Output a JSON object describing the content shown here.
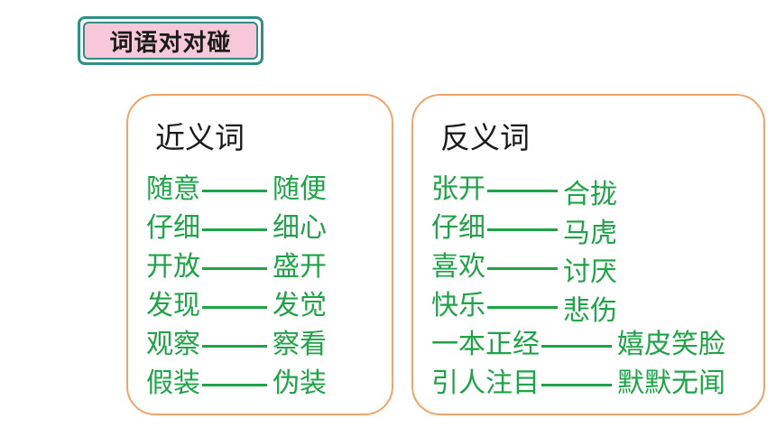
{
  "title": "词语对对碰",
  "synonyms": {
    "heading": "近义词",
    "pairs": [
      {
        "left": "随意",
        "right": "随便"
      },
      {
        "left": "仔细",
        "right": "细心"
      },
      {
        "left": "开放",
        "right": "盛开"
      },
      {
        "left": "发现",
        "right": "发觉"
      },
      {
        "left": "观察",
        "right": "察看"
      },
      {
        "left": "假装",
        "right": "伪装"
      }
    ]
  },
  "antonyms": {
    "heading": "反义词",
    "pairs": [
      {
        "left": "张开",
        "right": "合拢"
      },
      {
        "left": "仔细",
        "right": "马虎"
      },
      {
        "left": "喜欢",
        "right": "讨厌"
      },
      {
        "left": "快乐",
        "right": "悲伤"
      },
      {
        "left": "一本正经",
        "right": "嬉皮笑脸"
      },
      {
        "left": "引人注目",
        "right": "默默无闻"
      }
    ]
  },
  "colors": {
    "text_green": "#1fa347",
    "panel_border": "#f0a46a",
    "badge_fill": "#f7c8d9",
    "badge_border": "#2e8f85"
  }
}
